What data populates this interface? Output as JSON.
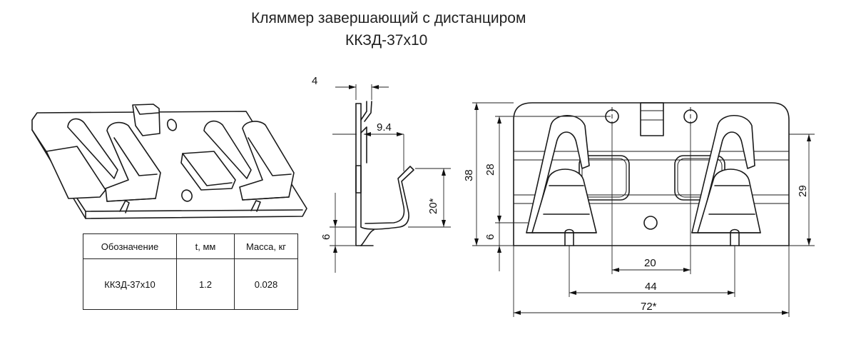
{
  "title": {
    "line1": "Кляммер завершающий с дистанциром",
    "line2": "ККЗД-37х10"
  },
  "table": {
    "headers": [
      "Обозначение",
      "t, мм",
      "Масса, кг"
    ],
    "row": [
      "ККЗД-37х10",
      "1.2",
      "0.028"
    ]
  },
  "dimensions": {
    "side": {
      "thickness_gap": "4",
      "offset": "9.4",
      "height": "20*",
      "base": "6"
    },
    "front": {
      "height_total": "38",
      "height_inner": "28",
      "height_right": "29",
      "base": "6",
      "hole_spacing": "20",
      "slot_spacing": "44",
      "width_total": "72*"
    }
  }
}
